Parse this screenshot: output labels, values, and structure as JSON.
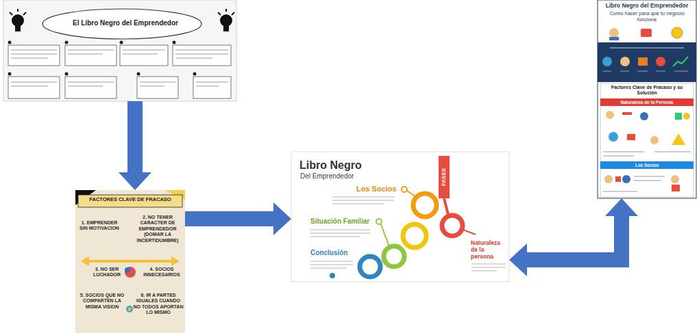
{
  "diagram": {
    "nodes": [
      {
        "text": [
          "El Libro Negro del Emprendedor"
        ]
      },
      {
        "text": [
          "FACTORES CLAVE DE FRACASO",
          "1. EMPRENDER SIN MOTIVACION",
          "2. NO TENER CARACTER DE EMPRENDEDOR (DOMAR LA INCERTIDUMBRE)",
          "3. NO SER LUCHADOR",
          "4. SOCIOS INNECESARIOS",
          "5. SOCIOS QUE NO COMPARTEN LA MISMA VISION",
          "6. IR A PARTES IGUALES CUANDO NO TODOS APORTAN LO MISMO"
        ]
      },
      {
        "text": [
          "Libro Negro",
          "Del Emprendedor",
          "Los Socios",
          "Situación Familiar",
          "Conclusión",
          "Naturaleza de la persona",
          "FASES"
        ]
      },
      {
        "text": [
          "Libro Negro del Emprendedor",
          "Como hacer para que tu negocio funcione",
          "Factores Clave de Fracaso y su Solución",
          "Naturaleza de la Persona",
          "Los Socios"
        ]
      }
    ],
    "edges": [
      {
        "from": 0,
        "to": 1,
        "arrow": "to"
      },
      {
        "from": 1,
        "to": 2,
        "arrow": "to"
      },
      {
        "from": 2,
        "to": 3,
        "arrow": "both"
      }
    ]
  }
}
